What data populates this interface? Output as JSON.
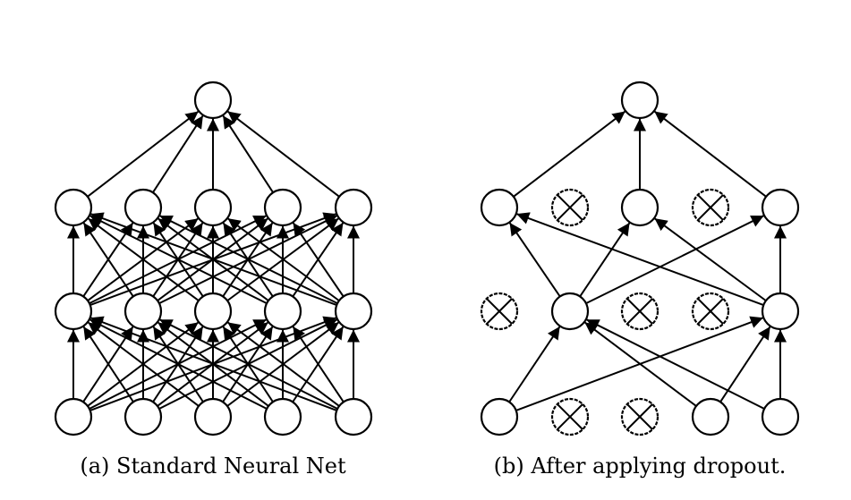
{
  "panels": [
    {
      "id": "a",
      "caption": "(a) Standard Neural Net",
      "layers": [
        [
          {
            "dropped": false
          },
          {
            "dropped": false
          },
          {
            "dropped": false
          },
          {
            "dropped": false
          },
          {
            "dropped": false
          }
        ],
        [
          {
            "dropped": false
          },
          {
            "dropped": false
          },
          {
            "dropped": false
          },
          {
            "dropped": false
          },
          {
            "dropped": false
          }
        ],
        [
          {
            "dropped": false
          },
          {
            "dropped": false
          },
          {
            "dropped": false
          },
          {
            "dropped": false
          },
          {
            "dropped": false
          }
        ],
        [
          {
            "dropped": false
          }
        ]
      ],
      "connections": "full"
    },
    {
      "id": "b",
      "caption": "(b) After applying dropout.",
      "layers": [
        [
          {
            "dropped": false
          },
          {
            "dropped": true
          },
          {
            "dropped": true
          },
          {
            "dropped": false
          },
          {
            "dropped": false
          }
        ],
        [
          {
            "dropped": true
          },
          {
            "dropped": false
          },
          {
            "dropped": true
          },
          {
            "dropped": true
          },
          {
            "dropped": false
          }
        ],
        [
          {
            "dropped": false
          },
          {
            "dropped": true
          },
          {
            "dropped": false
          },
          {
            "dropped": true
          },
          {
            "dropped": false
          }
        ],
        [
          {
            "dropped": false
          }
        ]
      ],
      "connections": "active-only"
    }
  ],
  "colors": {
    "stroke": "#000000",
    "node_fill": "#ffffff",
    "background": "#ffffff"
  }
}
